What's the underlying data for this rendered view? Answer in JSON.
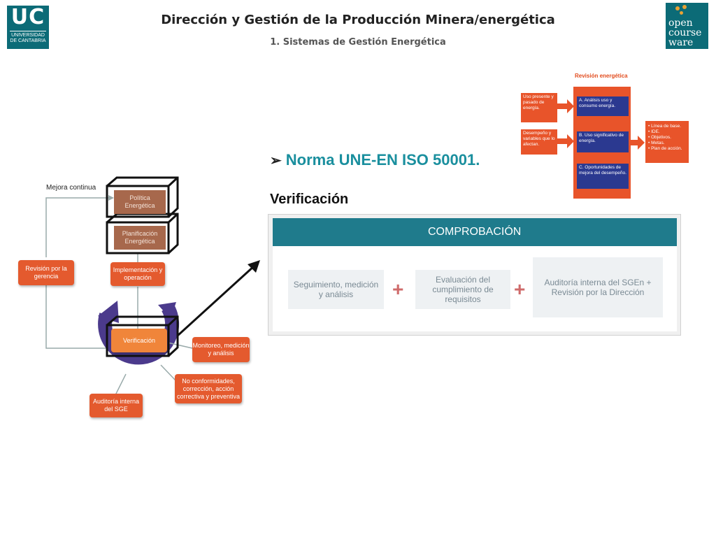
{
  "header": {
    "title": "Dirección y Gestión de la Producción Minera/energética",
    "subtitle": "1. Sistemas de Gestión Energética",
    "uc_logo": {
      "big": "UC",
      "line1": "UNIVERSIDAD",
      "line2": "DE CANTABRIA"
    },
    "ocw_logo": {
      "line1": "open",
      "line2": "course",
      "line3": "ware"
    }
  },
  "revision": {
    "title": "Revisión energética",
    "inputs": [
      "Uso presente y pasado de energía.",
      "Desempeño y variables que lo afectan."
    ],
    "steps": [
      "A. Análisis uso y consumo energía.",
      "B. Uso significativo de energía.",
      "C. Oportunidades de mejora del desempeño."
    ],
    "outputs": [
      "• Línea de base.",
      "• IDE.",
      "• Objetivos.",
      "• Metas.",
      "• Plan de acción."
    ]
  },
  "main": {
    "norma": "Norma UNE-EN ISO 50001.",
    "verificacion": "Verificación"
  },
  "comprobacion": {
    "header": "COMPROBACIÓN",
    "step1": "Seguimiento, medición y análisis",
    "step2": "Evaluación del cumplimiento de requisitos",
    "step3": "Auditoría interna del SGEn + Revisión por la Dirección",
    "plus": "+"
  },
  "cycle": {
    "mejora": "Mejora continua",
    "politica": "Política Energética",
    "planificacion": "Planificación Energética",
    "implementacion": "Implementación y operación",
    "revision": "Revisión por la gerencia",
    "verificacion": "Verificación",
    "monitoreo": "Monitoreo, medición y análisis",
    "no_conformidades": "No conformidades, corrección, acción correctiva y preventiva",
    "auditoria": "Auditoría interna del SGE"
  },
  "colors": {
    "teal": "#1f7b8c",
    "orange": "#e45a2e",
    "navy": "#2b3990",
    "purple": "#4b3a8c"
  }
}
